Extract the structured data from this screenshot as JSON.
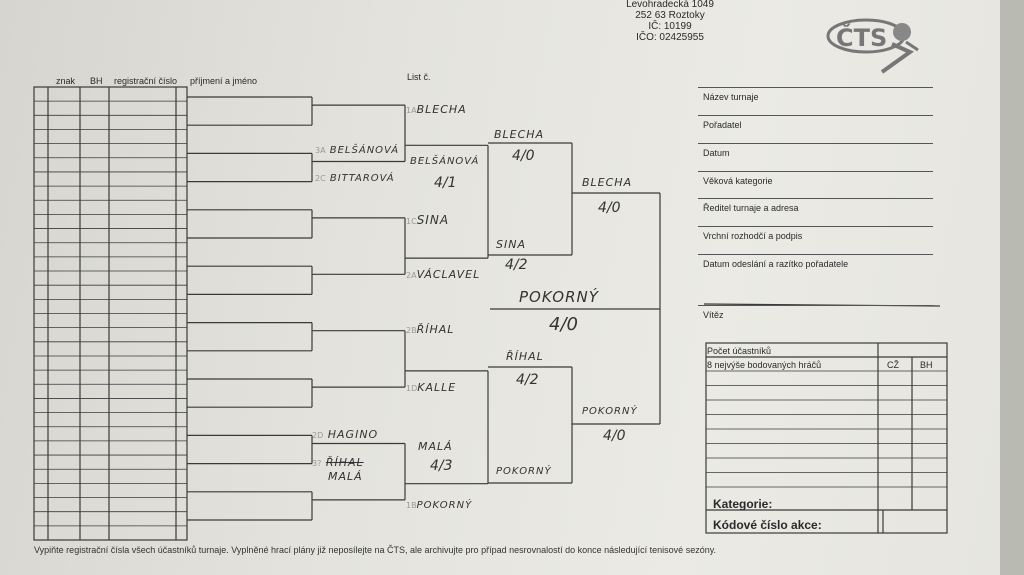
{
  "address": {
    "line1": "Levohradecká 1049",
    "line2": "252 63 Roztoky",
    "line3": "IČ: 10199",
    "line4": "IČO: 02425955"
  },
  "logo": {
    "text": "ČTS",
    "icon": "tennis-player-logo-icon"
  },
  "headers": {
    "znak": "znak",
    "bh": "BH",
    "reg": "registrační číslo",
    "name": "příjmení a jméno",
    "list": "List č."
  },
  "right_fields": [
    "Název turnaje",
    "Pořadatel",
    "Datum",
    "Věková kategorie",
    "Ředitel turnaje a adresa",
    "Vrchní rozhodčí a podpis",
    "Datum odeslání a razítko pořadatele",
    "Vítěz"
  ],
  "summary": {
    "pocet": "Počet účastníků",
    "best": "8 nejvýše bodovaných hráčů",
    "cz": "CŽ",
    "bh": "BH",
    "kategorie": "Kategorie:",
    "kod": "Kódové číslo akce:"
  },
  "bracket": {
    "r1": [
      {
        "seed": "",
        "name": ""
      },
      {
        "seed": "3A",
        "name": "BELŠÁNOVÁ"
      },
      {
        "seed": "2C",
        "name": "BITTAROVÁ"
      },
      {
        "seed": "",
        "name": ""
      },
      {
        "seed": "",
        "name": ""
      },
      {
        "seed": "",
        "name": ""
      },
      {
        "seed": "2D",
        "name": "HAGINO"
      },
      {
        "seed": "3?",
        "name": "ŘÍHAL",
        "extra": "MALÁ"
      }
    ],
    "r2": [
      {
        "seed": "1A",
        "name": "BLECHA"
      },
      {
        "seed": "",
        "name": "BELŠÁNOVÁ",
        "score": "4/1"
      },
      {
        "seed": "1C",
        "name": "SINA"
      },
      {
        "seed": "2A",
        "name": "VÁCLAVEL"
      },
      {
        "seed": "2B",
        "name": "ŘÍHAL"
      },
      {
        "seed": "1D",
        "name": "KALLE"
      },
      {
        "seed": "",
        "name": "MALÁ",
        "score": "4/3"
      },
      {
        "seed": "1B",
        "name": "POKORNÝ"
      }
    ],
    "r3": [
      {
        "name": "BLECHA",
        "score": "4/0"
      },
      {
        "name": "SINA",
        "score": "4/2"
      },
      {
        "name": "ŘÍHAL",
        "score": "4/2"
      },
      {
        "name": "POKORNÝ",
        "score": ""
      }
    ],
    "r4": [
      {
        "name": "BLECHA",
        "score": "4/0"
      },
      {
        "name": "POKORNÝ",
        "score": "4/0"
      }
    ],
    "final": {
      "name": "POKORNÝ",
      "score": "4/0"
    }
  },
  "footer": "Vypiňte registrační čísla všech účastníků turnaje. Vyplněné hrací plány již neposílejte na ČTS, ale archivujte pro případ nesrovnalostí do konce následující tenisové sezóny."
}
